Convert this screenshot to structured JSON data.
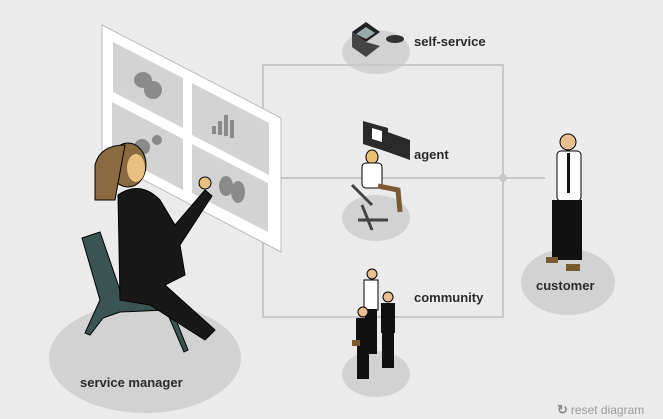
{
  "nodes": {
    "self_service": "self-service",
    "agent": "agent",
    "community": "community",
    "customer": "customer",
    "service_manager": "service manager"
  },
  "reset": {
    "label": "reset diagram",
    "icon": "refresh-icon"
  },
  "colors": {
    "background": "#ebebeb",
    "connector": "#c8c8c8",
    "platform": "#d2d2d2",
    "label": "#2b2b2b"
  }
}
